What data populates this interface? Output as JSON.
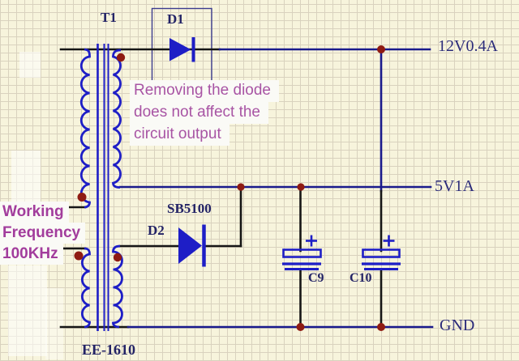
{
  "labels": {
    "t1": "T1",
    "d1": "D1",
    "d2": "D2",
    "d2_part": "SB5100",
    "c9": "C9",
    "c10": "C10",
    "transformer_part": "EE-1610",
    "rail_12v": "12V0.4A",
    "rail_5v": "5V1A",
    "gnd": "GND"
  },
  "notes": {
    "diode_note_line1": "Removing the diode",
    "diode_note_line2": "does not affect the",
    "diode_note_line3": "circuit output",
    "freq_note_line1": "Working",
    "freq_note_line2": "Frequency",
    "freq_note_line3": "100KHz"
  },
  "colors": {
    "background": "#F7F4DC",
    "grid_line": "#D9D2BE",
    "wire_navy": "#1A1A8C",
    "wire_black": "#161616",
    "symbol_blue": "#1E1EC6",
    "component_label_navy": "#232366",
    "net_label_navy": "#2B2B7A",
    "junction_dot_red": "#8F1B12",
    "diode_note_pink": "#A854A4",
    "freq_note_magenta": "#A23C9C",
    "note_background": "#FAFAF6",
    "d1_highlight_box": "#3C3C8F"
  }
}
